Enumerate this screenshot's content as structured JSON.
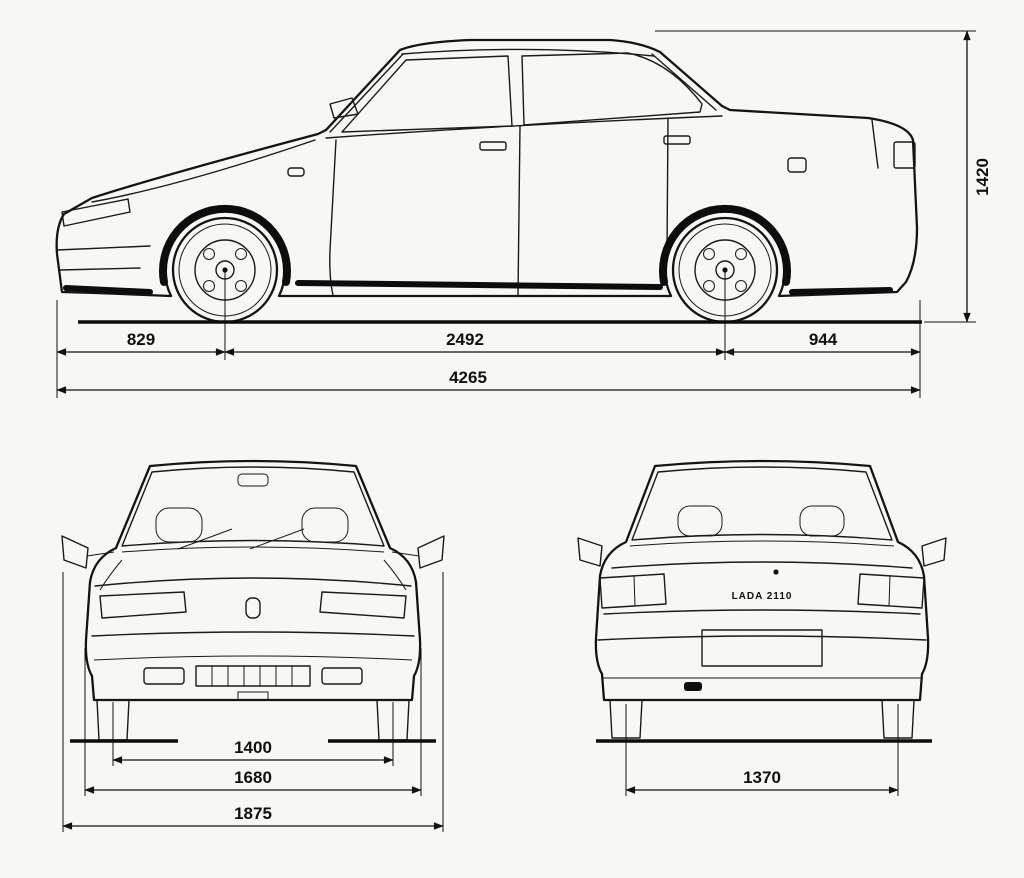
{
  "drawing": {
    "subject": "sedan-three-view-blueprint"
  },
  "dimensions": {
    "side": {
      "height": "1420",
      "front_overhang": "829",
      "wheelbase": "2492",
      "rear_overhang": "944",
      "total_length": "4265"
    },
    "front": {
      "front_track": "1400",
      "body_width": "1680",
      "width_with_mirrors": "1875"
    },
    "rear": {
      "rear_track": "1370"
    }
  },
  "badges": {
    "rear_badge": "LADA 2110"
  },
  "colors": {
    "ink": "#141414",
    "paper": "#f7f7f4"
  }
}
